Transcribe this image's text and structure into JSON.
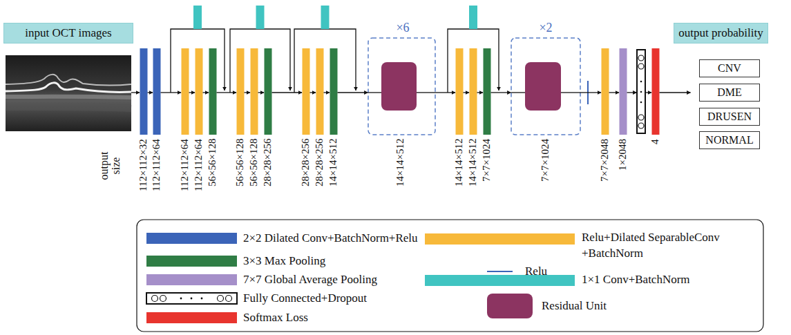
{
  "diagram": {
    "nodes": [
      {
        "text": [
          "input OCT images"
        ]
      },
      {
        "text": [
          "output probability"
        ]
      },
      {
        "text": [
          "CNV"
        ]
      },
      {
        "text": [
          "DME"
        ]
      },
      {
        "text": [
          "DRUSEN"
        ]
      },
      {
        "text": [
          "NORMAL"
        ]
      }
    ],
    "labels": [
      "×6",
      "×2",
      "output size",
      "112×112×32",
      "112×112×64",
      "112×112×64",
      "112×112×64",
      "56×56×128",
      "56×56×128",
      "56×56×128",
      "28×28×256",
      "28×28×256",
      "28×28×256",
      "14×14×512",
      "14×14×512",
      "14×14×512",
      "14×14×512",
      "7×7×1024",
      "7×7×1024",
      "7×7×2048",
      "1×2048",
      "4"
    ],
    "legend": [
      {
        "text": "2×2 Dilated Conv+BatchNorm+Relu",
        "color": "#3b64b8"
      },
      {
        "text": "3×3 Max Pooling",
        "color": "#2f7d45"
      },
      {
        "text": "7×7 Global Average Pooling",
        "color": "#a58fc9"
      },
      {
        "text": "Fully Connected+Dropout"
      },
      {
        "text": "Softmax Loss",
        "color": "#e8342e"
      },
      {
        "text": "Relu+Dilated SeparableConv +BatchNorm",
        "color": "#f7b93a"
      },
      {
        "text": "Relu"
      },
      {
        "text": "1×1 Conv+BatchNorm",
        "color": "#40c4c1"
      },
      {
        "text": "Residual Unit",
        "color": "#8c3461"
      }
    ]
  }
}
